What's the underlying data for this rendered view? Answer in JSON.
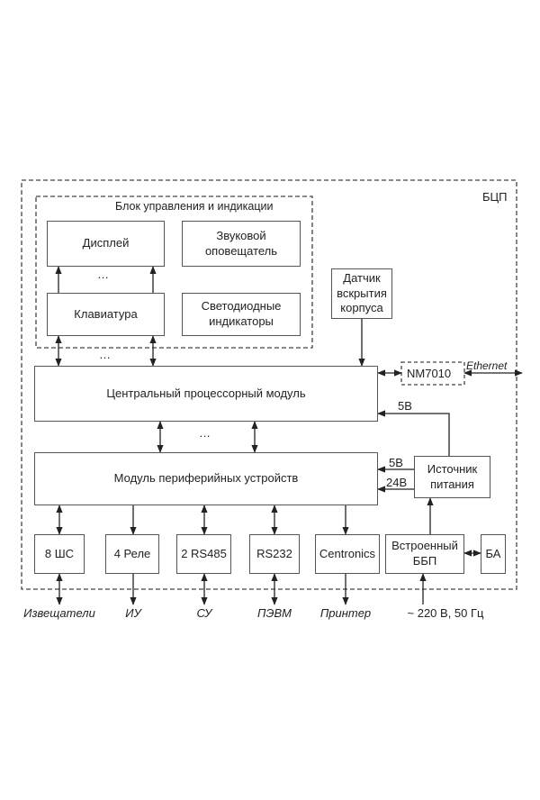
{
  "outer_frame": {
    "label": "БЦП"
  },
  "control_group": {
    "title": "Блок управления и индикации"
  },
  "blocks": {
    "display": "Дисплей",
    "sound": "Звуковой оповещатель",
    "keyboard": "Клавиатура",
    "led": "Светодиодные индикаторы",
    "sensor": "Датчик вскрытия корпуса",
    "cpu": "Центральный процессорный модуль",
    "nm": "NM7010",
    "periph": "Модуль периферийных устройств",
    "power": "Источник питания",
    "s8": "8 ШС",
    "relay": "4 Реле",
    "rs485": "2 RS485",
    "rs232": "RS232",
    "centronics": "Centronics",
    "ups": "Встроенный ББП",
    "ba": "БА"
  },
  "labels": {
    "ethernet": "Ethernet",
    "v5_top": "5В",
    "v5_mid": "5В",
    "v24": "24В",
    "ellipsis": "…"
  },
  "external": {
    "sensors": "Извещатели",
    "iu": "ИУ",
    "su": "СУ",
    "pevm": "ПЭВМ",
    "printer": "Принтер",
    "mains": "~ 220 В, 50 Гц"
  }
}
